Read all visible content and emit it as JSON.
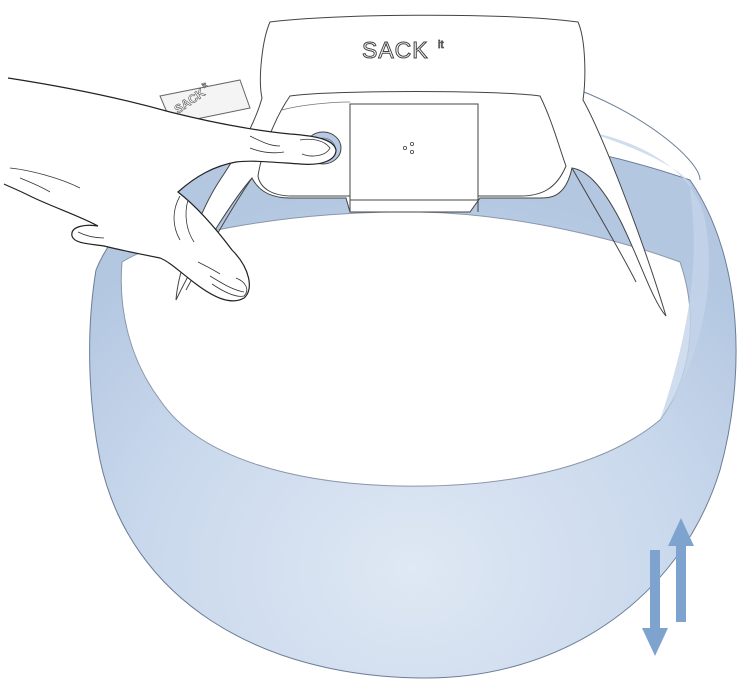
{
  "product": {
    "brand_name": "SACK",
    "brand_superscript": "it",
    "strap_label": "SACK",
    "strap_superscript": "it"
  },
  "colors": {
    "bag_fill": "#cbd9ec",
    "bag_fill_dark": "#b4c8e2",
    "arrow": "#7fa3cf",
    "button": "#b7c9e3",
    "line": "#555555"
  },
  "icons": {
    "direction": "up-down-arrows-icon",
    "button": "press-button-icon",
    "hand": "hand-icon"
  }
}
